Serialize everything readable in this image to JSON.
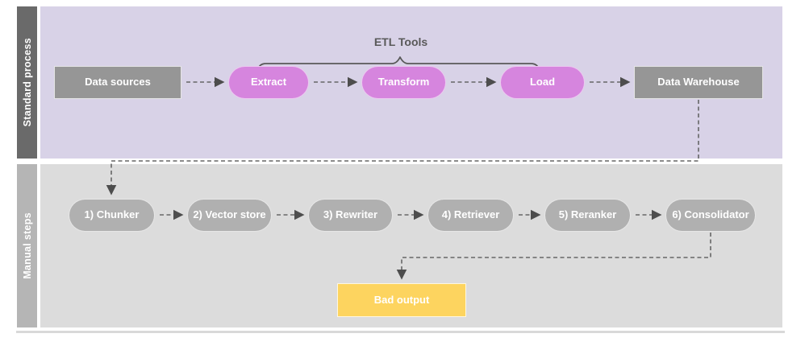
{
  "diagram_title": "ETL standard process vs manual steps flowchart",
  "lanes": [
    {
      "label": "Standard process"
    },
    {
      "label": "Manual steps"
    }
  ],
  "bracket": {
    "label": "ETL Tools",
    "spans": [
      "Extract",
      "Transform",
      "Load"
    ]
  },
  "standard_nodes": [
    {
      "id": "data-sources",
      "label": "Data sources",
      "shape": "rectangle",
      "color": "#969696"
    },
    {
      "id": "extract",
      "label": "Extract",
      "shape": "pill",
      "color": "#d685de"
    },
    {
      "id": "transform",
      "label": "Transform",
      "shape": "pill",
      "color": "#d685de"
    },
    {
      "id": "load",
      "label": "Load",
      "shape": "pill",
      "color": "#d685de"
    },
    {
      "id": "data-warehouse",
      "label": "Data Warehouse",
      "shape": "rectangle",
      "color": "#969696"
    }
  ],
  "manual_steps": [
    {
      "id": "chunker",
      "label": "1) Chunker"
    },
    {
      "id": "vector-store",
      "label": "2) Vector store"
    },
    {
      "id": "rewriter",
      "label": "3) Rewriter"
    },
    {
      "id": "retriever",
      "label": "4) Retriever"
    },
    {
      "id": "reranker",
      "label": "5) Reranker"
    },
    {
      "id": "consolidator",
      "label": "6) Consolidator"
    }
  ],
  "output_node": {
    "id": "bad-output",
    "label": "Bad output",
    "shape": "rectangle",
    "color": "#fdd45f"
  },
  "edges": [
    {
      "from": "Data sources",
      "to": "Extract",
      "style": "dashed-arrow"
    },
    {
      "from": "Extract",
      "to": "Transform",
      "style": "dashed-arrow"
    },
    {
      "from": "Transform",
      "to": "Load",
      "style": "dashed-arrow"
    },
    {
      "from": "Load",
      "to": "Data Warehouse",
      "style": "dashed-arrow"
    },
    {
      "from": "Data Warehouse",
      "to": "1) Chunker",
      "style": "dashed-arrow"
    },
    {
      "from": "1) Chunker",
      "to": "2) Vector store",
      "style": "dashed-arrow"
    },
    {
      "from": "2) Vector store",
      "to": "3) Rewriter",
      "style": "dashed-arrow"
    },
    {
      "from": "3) Rewriter",
      "to": "4) Retriever",
      "style": "dashed-arrow"
    },
    {
      "from": "4) Retriever",
      "to": "5) Reranker",
      "style": "dashed-arrow"
    },
    {
      "from": "5) Reranker",
      "to": "6) Consolidator",
      "style": "dashed-arrow"
    },
    {
      "from": "6) Consolidator",
      "to": "Bad output",
      "style": "dashed-arrow"
    }
  ],
  "colors": {
    "lane_standard_bar": "#6a6a6a",
    "lane_standard_body": "#d8d2e7",
    "lane_manual_bar": "#b5b5b5",
    "lane_manual_body": "#dcdcdc",
    "etl_pill": "#d685de",
    "gray_node": "#969696",
    "manual_pill": "#b0b0b0",
    "bad_output": "#fdd45f",
    "connector": "#666666",
    "node_text": "#ffffff",
    "bracket_text": "#595959"
  }
}
